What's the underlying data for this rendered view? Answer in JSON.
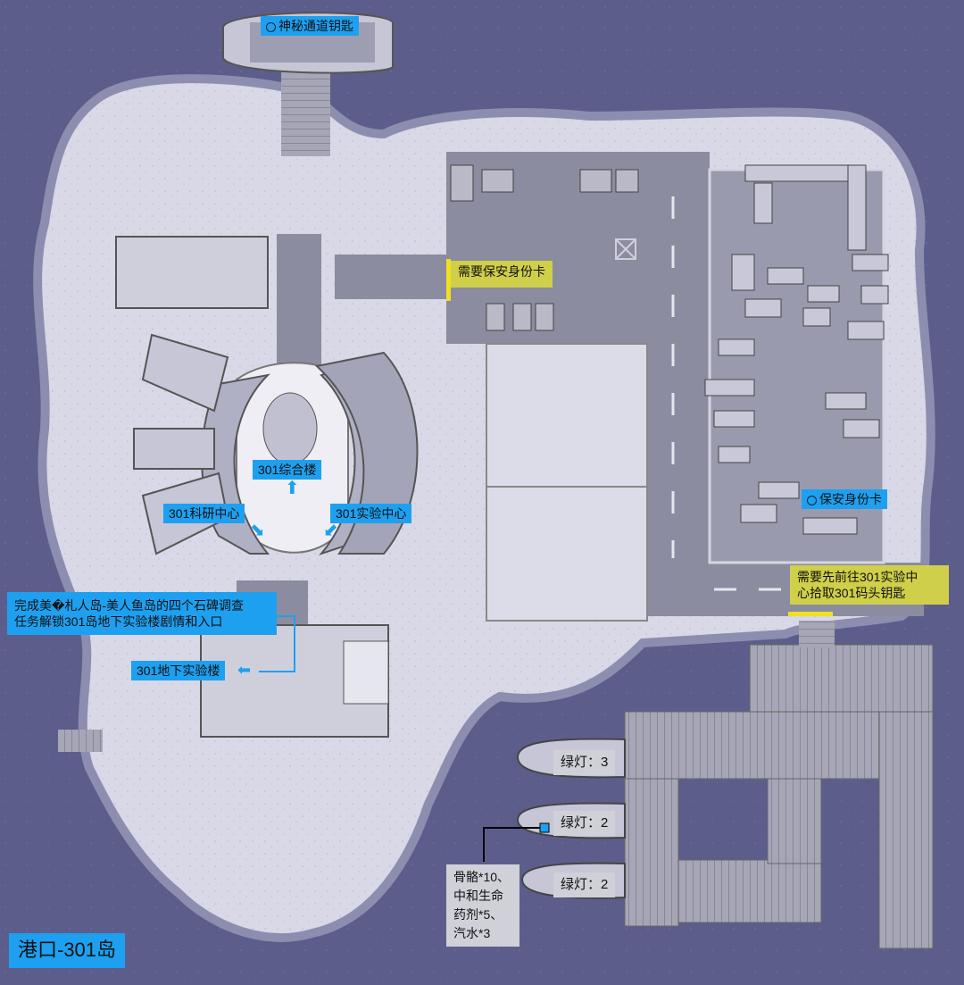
{
  "map": {
    "title": "港口-301岛",
    "labels": {
      "secret_key": "神秘通道钥匙",
      "need_card": "需要保安身份卡",
      "card": "保安身份卡",
      "need_key_line1": "需要先前往301实验中",
      "need_key_line2": "心拾取301码头钥匙",
      "complex": "301综合楼",
      "research": "301科研中心",
      "lab": "301实验中心",
      "underground_note_line1": "完成美�札人岛-美人鱼岛的四个石碑调查",
      "underground_note_line2": "任务解锁301岛地下实验楼剧情和入口",
      "underground": "301地下实验楼",
      "green3": "绿灯：3",
      "green2a": "绿灯：2",
      "green2b": "绿灯：2",
      "loot_line1": "骨骼*10、",
      "loot_line2": "中和生命",
      "loot_line3": "药剂*5、",
      "loot_line4": "汽水*3"
    },
    "icons": [
      "location-dot-icon",
      "arrow-up-icon",
      "arrow-diagonal-icon",
      "arrow-left-icon"
    ],
    "colors": {
      "sea": "#5d5d8c",
      "island": "#d9d9e6",
      "blue_label": "#1ea0f0",
      "yellow_label": "#cfcf4a",
      "gray_label": "#d0d0d8"
    }
  }
}
